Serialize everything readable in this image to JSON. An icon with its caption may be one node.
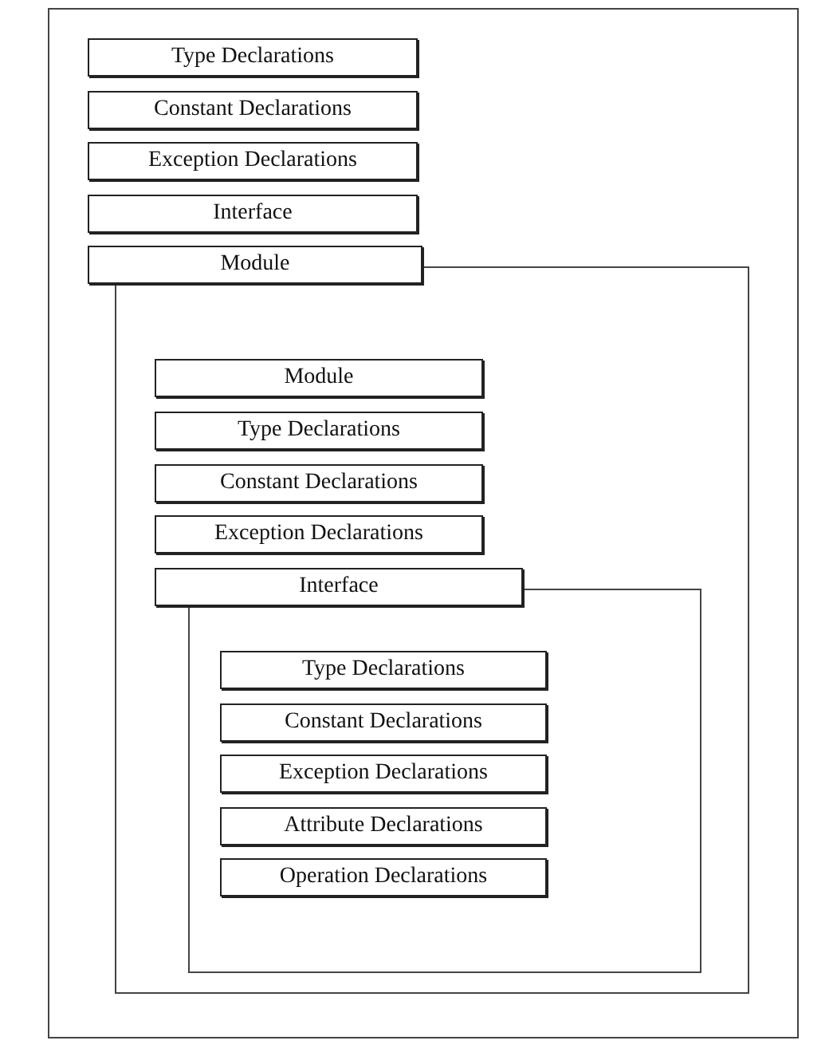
{
  "diagram": {
    "nodes": [
      {
        "text": [],
        "shape": "box"
      },
      {
        "text": [
          "Type Declarations"
        ],
        "in": 0
      },
      {
        "text": [
          "Constant Declarations"
        ],
        "in": 0
      },
      {
        "text": [
          "Exception Declarations"
        ],
        "in": 0
      },
      {
        "text": [
          "Interface"
        ],
        "in": 0
      },
      {
        "text": [
          "Module"
        ],
        "in": 0
      },
      {
        "text": [],
        "shape": "box",
        "in": 0
      },
      {
        "text": [
          "Module"
        ],
        "in": 6
      },
      {
        "text": [
          "Type Declarations"
        ],
        "in": 6
      },
      {
        "text": [
          "Constant Declarations"
        ],
        "in": 6
      },
      {
        "text": [
          "Exception Declarations"
        ],
        "in": 6
      },
      {
        "text": [
          "Interface"
        ],
        "in": 6
      },
      {
        "text": [],
        "shape": "box",
        "in": 6
      },
      {
        "text": [
          "Type Declarations"
        ],
        "in": 12
      },
      {
        "text": [
          "Constant Declarations"
        ],
        "in": 12
      },
      {
        "text": [
          "Exception Declarations"
        ],
        "in": 12
      },
      {
        "text": [
          "Attribute Declarations"
        ],
        "in": 12
      },
      {
        "text": [
          "Operation Declarations"
        ],
        "in": 12
      }
    ]
  }
}
